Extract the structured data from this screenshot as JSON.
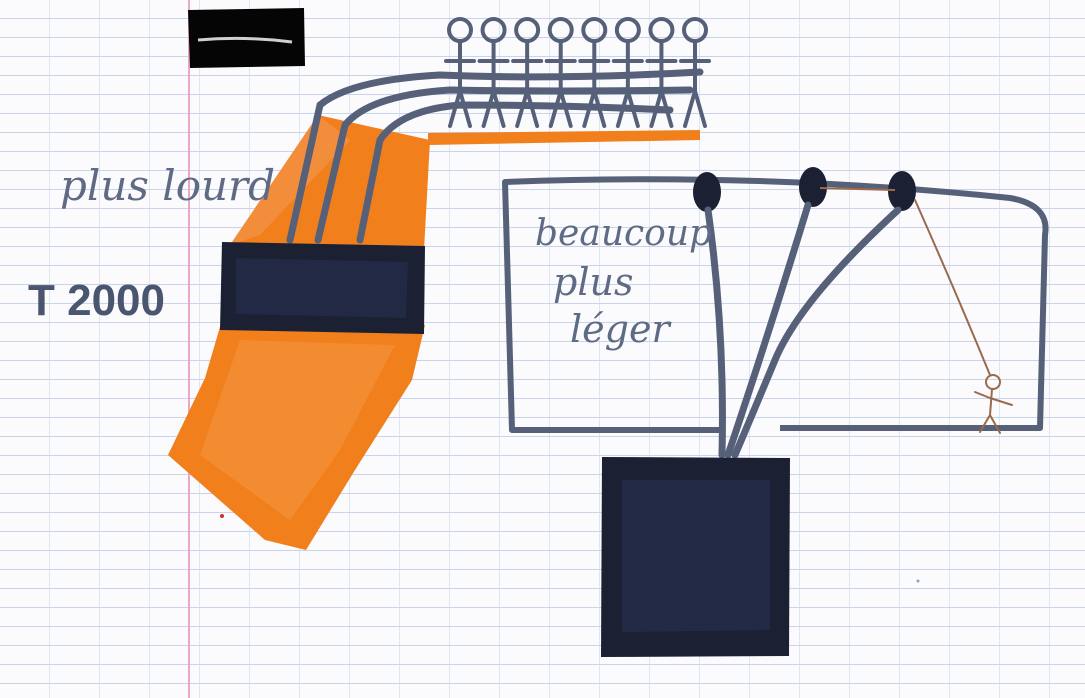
{
  "labels": {
    "left_note": "plus lourd",
    "tram_label": "T 2000",
    "right_note_line1": "beaucoup",
    "right_note_line2": "plus",
    "right_note_line3": "léger"
  },
  "people_on_platform": 8,
  "colors": {
    "marker_orange": "#f07f1c",
    "marker_black": "#1b2033",
    "marker_gray_blue": "#566079",
    "brown_pencil": "#9a6a4a",
    "paper_lines": "#c9d3ea",
    "margin_red": "#e9a9c6"
  }
}
